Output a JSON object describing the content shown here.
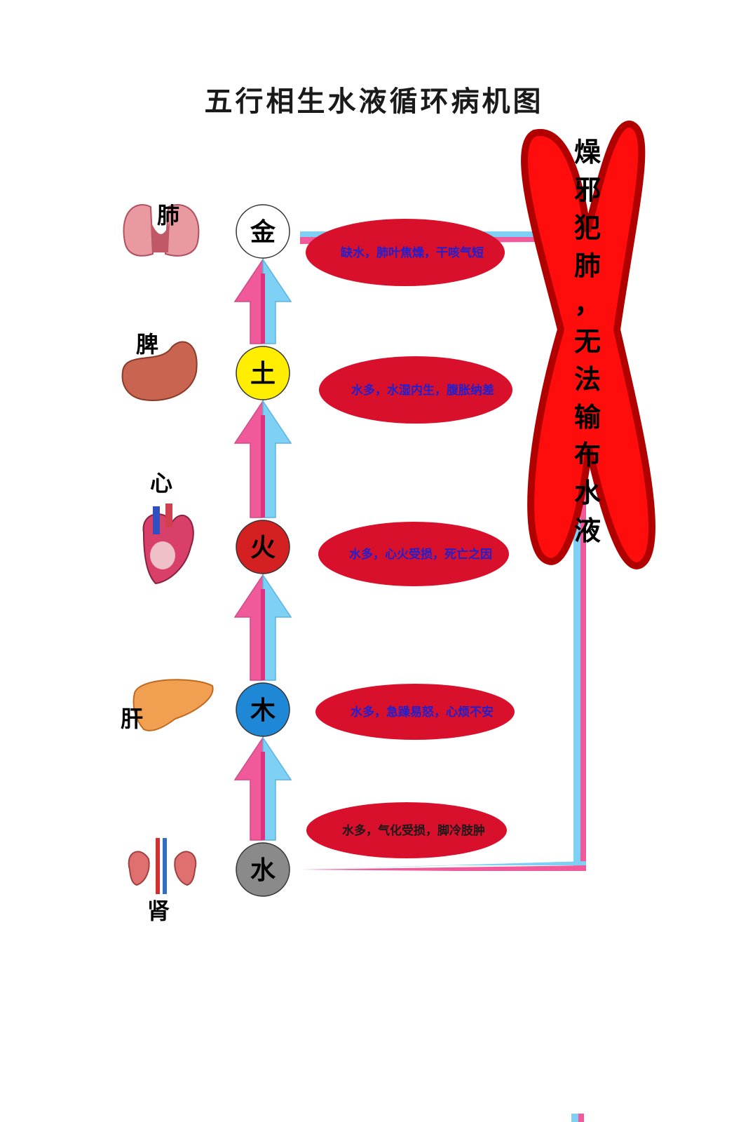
{
  "title": "五行相生水液循环病机图",
  "colors": {
    "symptom_fill": "#d8102c",
    "symptom_text_blue": "#2020d0",
    "symptom_text_dark": "#1a1a1a",
    "arrow_pink": "#f05a9a",
    "arrow_blue": "#7fd0f5",
    "x_fill": "#ff0d0d",
    "x_stroke": "#b00000",
    "metal": "#ffffff",
    "earth": "#ffee00",
    "fire": "#d42020",
    "wood": "#1e88d6",
    "water": "#8a8a8a"
  },
  "nodes": [
    {
      "element": "金",
      "organ": "肺",
      "organ_icon": "lung-icon",
      "symptom": "缺水，肺叶焦燥，干咳气短",
      "symptom_color": "blue"
    },
    {
      "element": "土",
      "organ": "脾",
      "organ_icon": "spleen-icon",
      "symptom": "水多，水湿内生，腹胀纳差",
      "symptom_color": "blue"
    },
    {
      "element": "火",
      "organ": "心",
      "organ_icon": "heart-icon",
      "symptom": "水多，心火受损，死亡之因",
      "symptom_color": "blue"
    },
    {
      "element": "木",
      "organ": "肝",
      "organ_icon": "liver-icon",
      "symptom": "水多，急躁易怒，心烦不安",
      "symptom_color": "blue"
    },
    {
      "element": "水",
      "organ": "肾",
      "organ_icon": "kidney-icon",
      "symptom": "水多，气化受损，脚冷肢肿",
      "symptom_color": "dark"
    }
  ],
  "blocker_text": [
    "燥",
    "邪",
    "犯",
    "肺",
    "，",
    "无",
    "法",
    "输",
    "布",
    "水",
    "液"
  ]
}
